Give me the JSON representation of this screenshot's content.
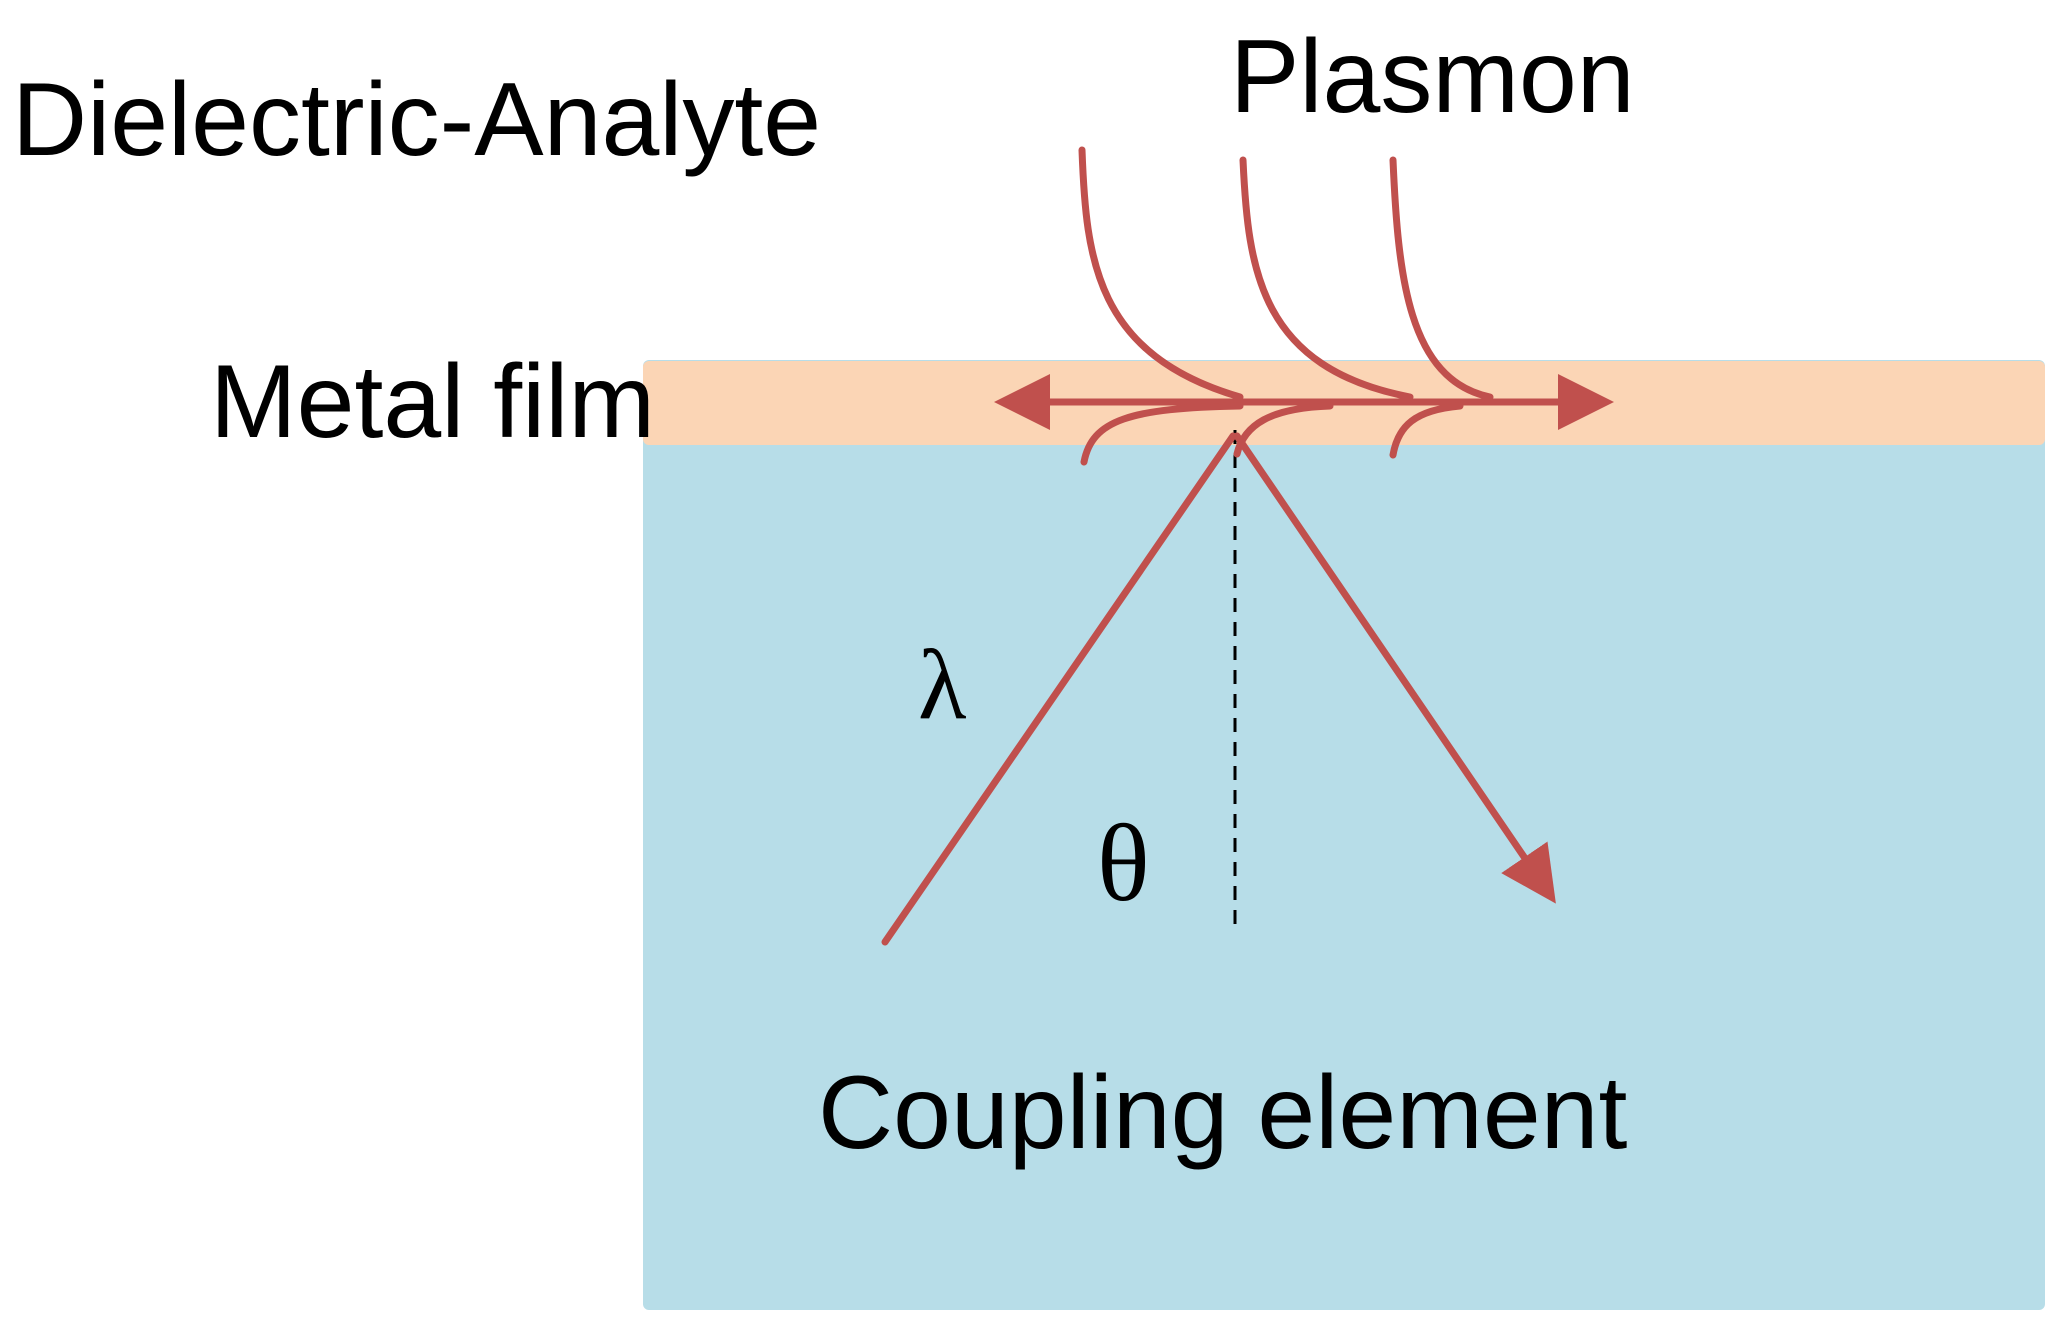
{
  "labels": {
    "dielectric": "Dielectric-Analyte",
    "plasmon": "Plasmon",
    "metal_film": "Metal film",
    "lambda": "λ",
    "theta": "θ",
    "coupling": "Coupling element"
  },
  "colors": {
    "metal_film": "#fbd5b5",
    "coupling_element": "#b7dde8",
    "ray": "#c0504d",
    "text": "#000000",
    "normal_line": "#000000"
  }
}
